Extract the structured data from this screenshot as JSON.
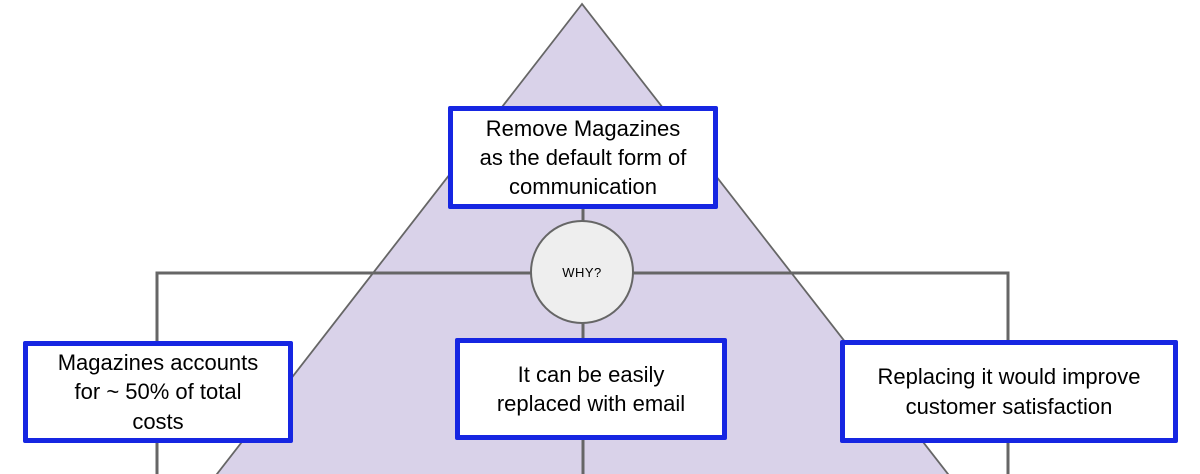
{
  "colors": {
    "background": "#ffffff",
    "box_border": "#1626e2",
    "box_fill": "#ffffff",
    "pyramid_fill": "#d9d2e9",
    "pyramid_stroke": "#666666",
    "connector": "#666666",
    "circle_fill": "#eeeeee",
    "circle_stroke": "#666666",
    "text": "#000000"
  },
  "diagram": {
    "problem": {
      "label": "Remove Magazines\nas the default form of\ncommunication"
    },
    "why": {
      "label": "WHY?"
    },
    "reasons": [
      {
        "label": "Magazines accounts\nfor ~ 50% of total\ncosts"
      },
      {
        "label": "It can be easily\nreplaced with email"
      },
      {
        "label": "Replacing it would improve\ncustomer satisfaction"
      }
    ]
  }
}
